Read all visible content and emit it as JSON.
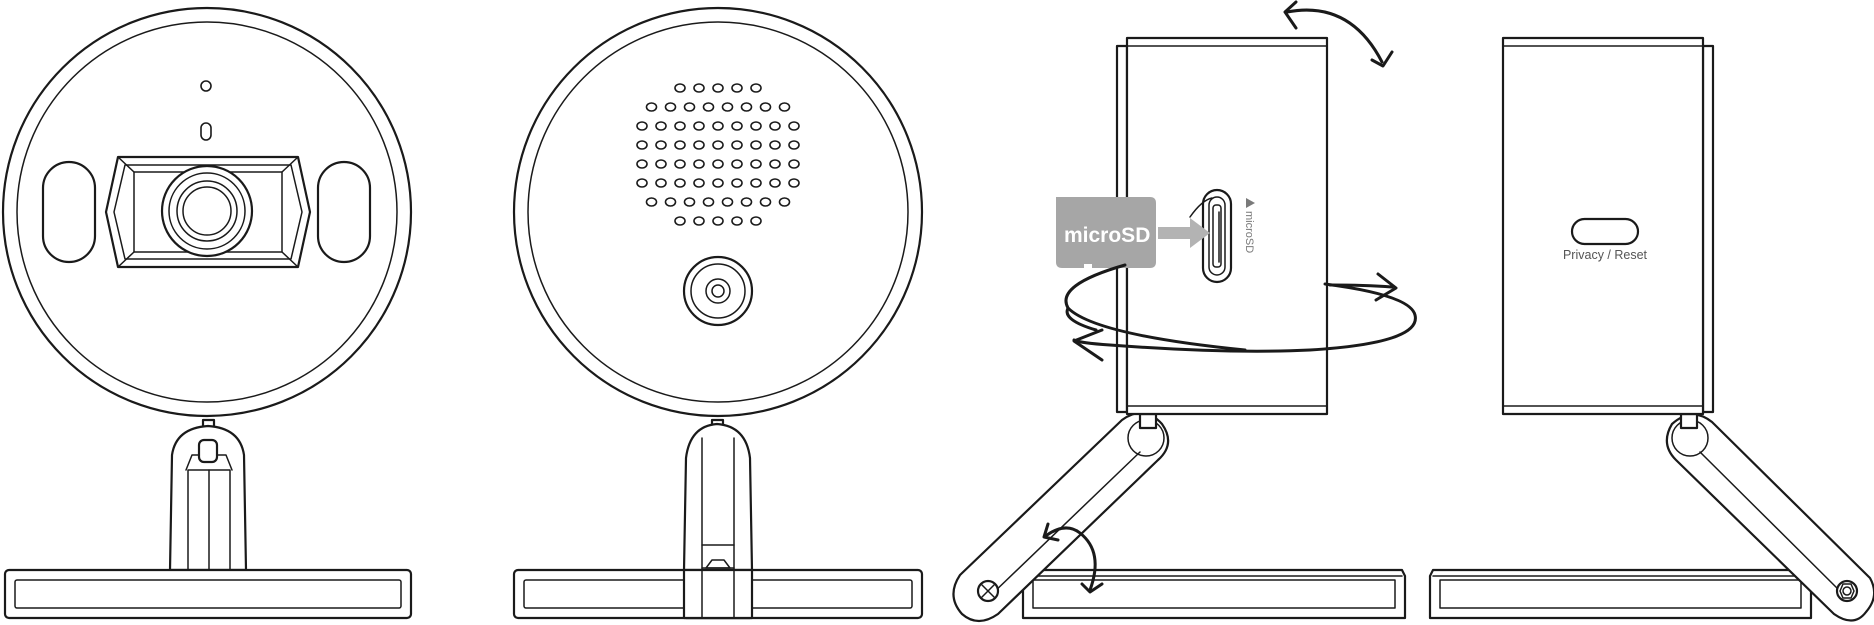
{
  "colors": {
    "line": "#1a1a1a",
    "background": "#ffffff",
    "card_fill": "#a6a6a6",
    "card_text": "#ffffff",
    "insert_arrow": "#b3b3b3",
    "label_gray": "#555555"
  },
  "views": [
    {
      "id": "front",
      "icon": "camera-front-view-icon"
    },
    {
      "id": "back",
      "icon": "camera-back-view-icon"
    },
    {
      "id": "side-left",
      "icon": "camera-side-view-microsd-icon"
    },
    {
      "id": "side-right",
      "icon": "camera-side-view-reset-icon"
    }
  ],
  "labels": {
    "microsd_card": "microSD",
    "microsd_slot": "microSD",
    "privacy_reset": "Privacy / Reset"
  },
  "icons": {
    "tilt": "curved-double-arrow-icon",
    "rotate": "rotation-arrow-icon",
    "insert": "insert-arrow-icon",
    "card": "microsd-card-icon",
    "screw": "screw-icon"
  }
}
